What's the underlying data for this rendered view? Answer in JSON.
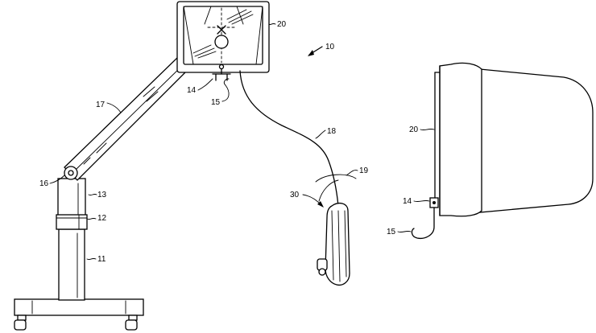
{
  "figure": {
    "labels": {
      "system": "10",
      "base": "11",
      "collar": "12",
      "column_upper": "13",
      "connector": "14",
      "cable_short": "15",
      "pivot": "16",
      "arm": "17",
      "cable": "18",
      "beam": "19",
      "monitor_front": "20",
      "monitor_side": "20",
      "handpiece": "30",
      "connector_side": "14",
      "cable_short_side": "15"
    }
  }
}
